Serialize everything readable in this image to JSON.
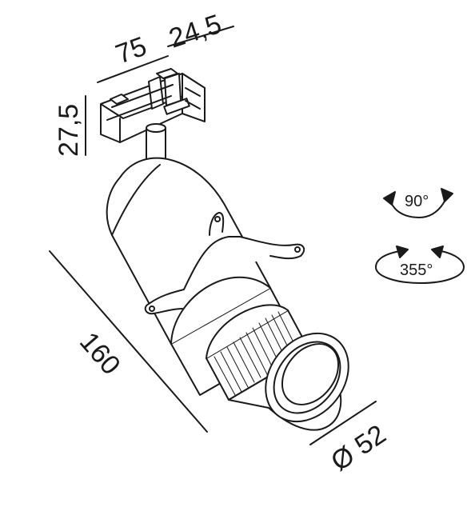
{
  "dimensions": {
    "track_length": "75",
    "track_width": "24,5",
    "track_height": "27,5",
    "body_length": "160",
    "diameter": "Ø 52"
  },
  "rotation": {
    "tilt": "90°",
    "pan": "355°"
  },
  "colors": {
    "line": "#1a1a1a",
    "fill": "#ffffff"
  }
}
